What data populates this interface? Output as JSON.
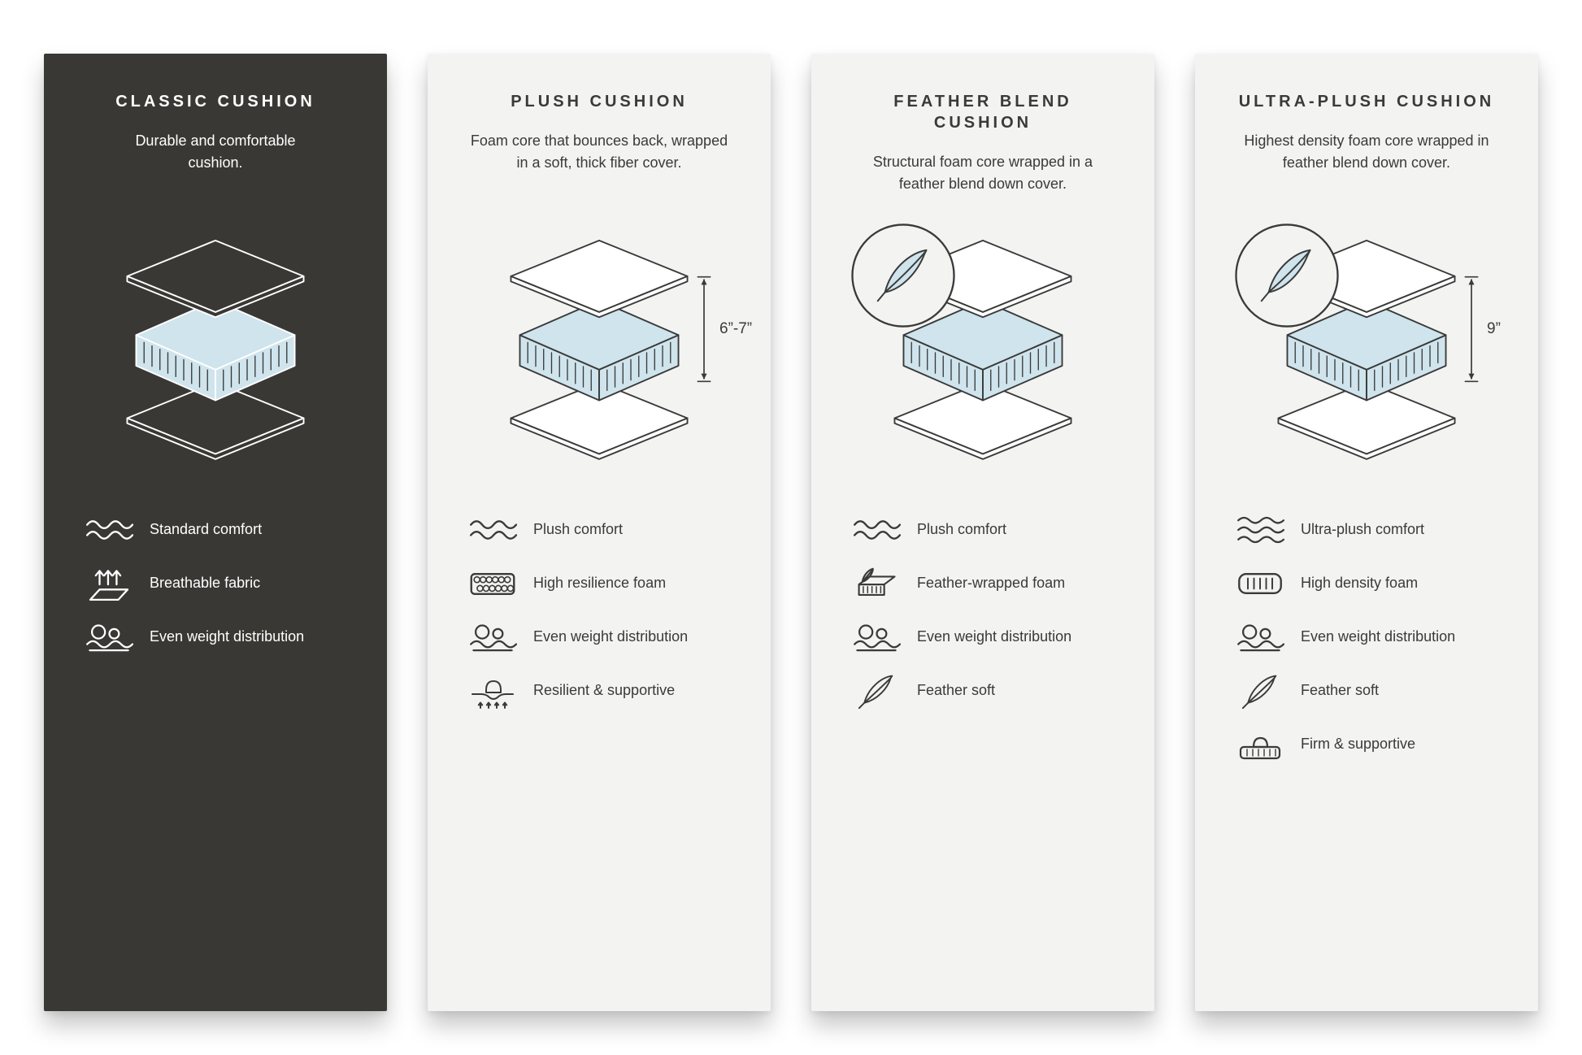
{
  "colors": {
    "page_background": "#ffffff",
    "card_dark": "#3a3835",
    "card_light": "#f3f3f1",
    "text_dark": "#3a3a3a",
    "text_light": "#ffffff",
    "foam_blue": "#cfe4ec"
  },
  "cards": [
    {
      "title": "CLASSIC CUSHION",
      "description": "Durable and comfortable cushion.",
      "theme": "dark",
      "illustration": "layered-cushion-diagram",
      "features": [
        {
          "icon": "waves",
          "icon_name": "waves-icon",
          "label": "Standard comfort"
        },
        {
          "icon": "breathable",
          "icon_name": "breathable-icon",
          "label": "Breathable fabric"
        },
        {
          "icon": "weight",
          "icon_name": "weight-distribution-icon",
          "label": "Even weight distribution"
        }
      ]
    },
    {
      "title": "PLUSH CUSHION",
      "description": "Foam core that bounces back, wrapped in a soft, thick fiber cover.",
      "theme": "light",
      "illustration": "layered-cushion-diagram",
      "measurement": "6”-7”",
      "features": [
        {
          "icon": "waves",
          "icon_name": "waves-icon",
          "label": "Plush comfort"
        },
        {
          "icon": "honeycomb",
          "icon_name": "honeycomb-foam-icon",
          "label": "High resilience foam"
        },
        {
          "icon": "weight",
          "icon_name": "weight-distribution-icon",
          "label": "Even weight distribution"
        },
        {
          "icon": "resilient",
          "icon_name": "resilient-hand-icon",
          "label": "Resilient & supportive"
        }
      ]
    },
    {
      "title": "FEATHER BLEND CUSHION",
      "description": "Structural foam core wrapped in a feather blend down cover.",
      "theme": "light",
      "illustration": "layered-cushion-diagram",
      "badge_icon": "feather-badge-icon",
      "features": [
        {
          "icon": "waves",
          "icon_name": "waves-icon",
          "label": "Plush comfort"
        },
        {
          "icon": "featherfoam",
          "icon_name": "feather-foam-icon",
          "label": "Feather-wrapped foam"
        },
        {
          "icon": "weight",
          "icon_name": "weight-distribution-icon",
          "label": "Even weight distribution"
        },
        {
          "icon": "feather",
          "icon_name": "feather-icon",
          "label": "Feather soft"
        }
      ]
    },
    {
      "title": "ULTRA-PLUSH CUSHION",
      "description": "Highest density foam core wrapped in feather blend down cover.",
      "theme": "light",
      "illustration": "layered-cushion-diagram",
      "badge_icon": "feather-badge-icon",
      "measurement": "9”",
      "features": [
        {
          "icon": "waves3",
          "icon_name": "dense-waves-icon",
          "label": "Ultra-plush comfort"
        },
        {
          "icon": "densefoam",
          "icon_name": "high-density-foam-icon",
          "label": "High density foam"
        },
        {
          "icon": "weight",
          "icon_name": "weight-distribution-icon",
          "label": "Even weight distribution"
        },
        {
          "icon": "feather",
          "icon_name": "feather-icon",
          "label": "Feather soft"
        },
        {
          "icon": "firm",
          "icon_name": "firm-supportive-icon",
          "label": "Firm & supportive"
        }
      ]
    }
  ]
}
